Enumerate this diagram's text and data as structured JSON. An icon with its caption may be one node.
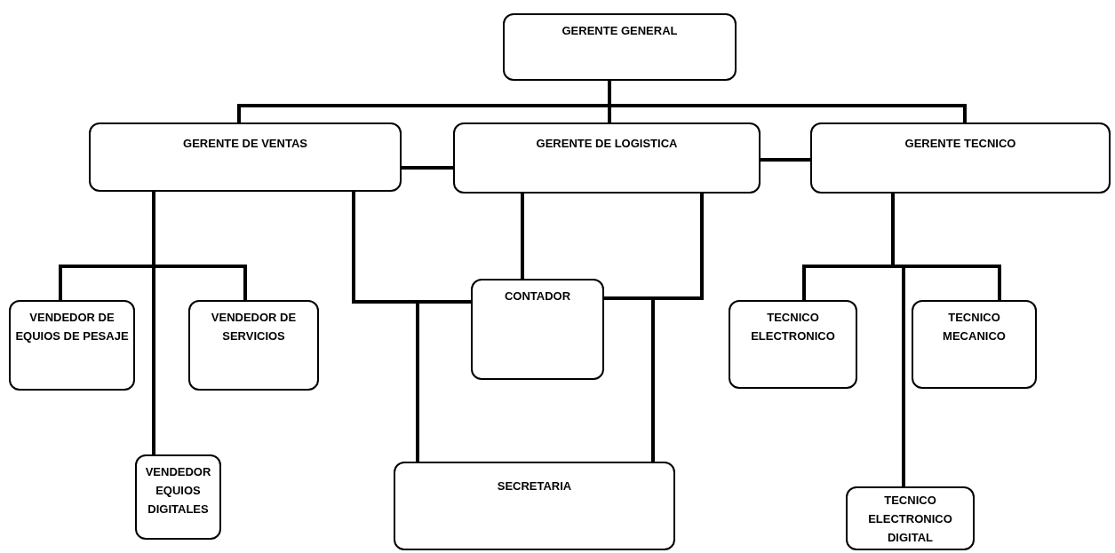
{
  "diagram": {
    "nodes": [
      {
        "text": [
          "GERENTE GENERAL"
        ]
      },
      {
        "text": [
          "GERENTE DE VENTAS"
        ]
      },
      {
        "text": [
          "GERENTE DE LOGISTICA"
        ]
      },
      {
        "text": [
          "GERENTE TECNICO"
        ]
      },
      {
        "text": [
          "VENDEDOR DE EQUIOS DE PESAJE"
        ]
      },
      {
        "text": [
          "VENDEDOR DE SERVICIOS"
        ]
      },
      {
        "text": [
          "VENDEDOR EQUIOS DIGITALES"
        ]
      },
      {
        "text": [
          "CONTADOR"
        ]
      },
      {
        "text": [
          "SECRETARIA"
        ]
      },
      {
        "text": [
          "TECNICO ELECTRONICO"
        ]
      },
      {
        "text": [
          "TECNICO MECANICO"
        ]
      },
      {
        "text": [
          "TECNICO ELECTRONICO DIGITAL"
        ]
      }
    ],
    "edges": [
      {
        "from": 0,
        "to": 1,
        "arrow": "none"
      },
      {
        "from": 0,
        "to": 2,
        "arrow": "none"
      },
      {
        "from": 0,
        "to": 3,
        "arrow": "none"
      },
      {
        "from": 1,
        "to": 2,
        "arrow": "none"
      },
      {
        "from": 2,
        "to": 3,
        "arrow": "none"
      },
      {
        "from": 1,
        "to": 4,
        "arrow": "none"
      },
      {
        "from": 1,
        "to": 5,
        "arrow": "none"
      },
      {
        "from": 1,
        "to": 6,
        "arrow": "none"
      },
      {
        "from": 1,
        "to": 7,
        "arrow": "none"
      },
      {
        "from": 2,
        "to": 7,
        "arrow": "none"
      },
      {
        "from": 2,
        "to": 7,
        "arrow": "none"
      },
      {
        "from": 1,
        "to": 8,
        "arrow": "none"
      },
      {
        "from": 2,
        "to": 8,
        "arrow": "none"
      },
      {
        "from": 3,
        "to": 9,
        "arrow": "none"
      },
      {
        "from": 3,
        "to": 10,
        "arrow": "none"
      },
      {
        "from": 3,
        "to": 11,
        "arrow": "none"
      }
    ]
  }
}
